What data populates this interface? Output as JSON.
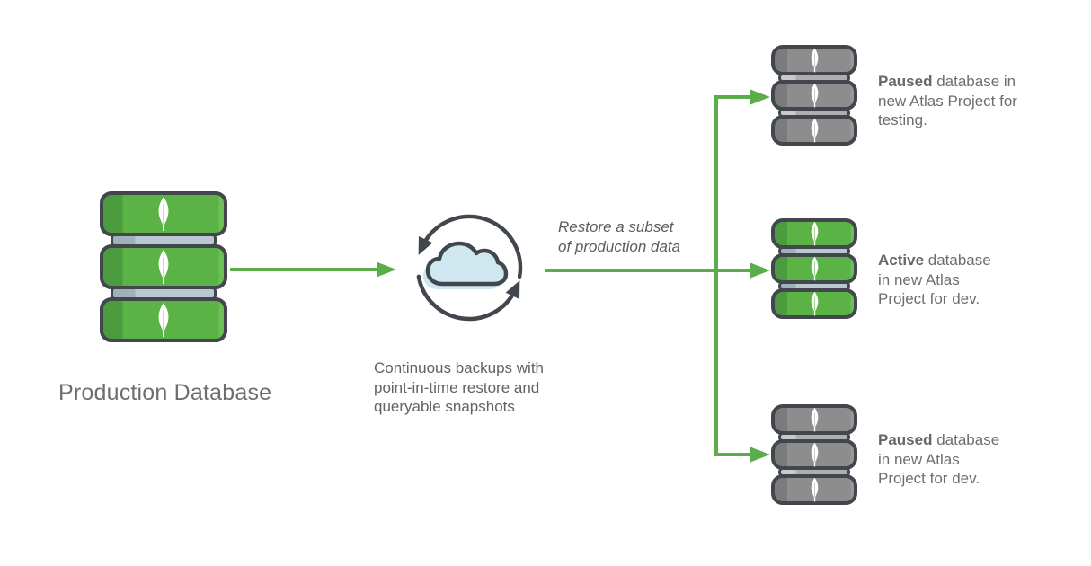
{
  "production": {
    "label": "Production Database"
  },
  "backup": {
    "caption_lines": [
      "Continuous backups with",
      "point-in-time restore and",
      "queryable snapshots"
    ]
  },
  "restore_note": {
    "lines": [
      "Restore a subset",
      "of production data"
    ]
  },
  "targets": [
    {
      "state": "paused",
      "bold": "Paused",
      "line1_rest": " database in",
      "line2": "new Atlas Project for",
      "line3": "testing."
    },
    {
      "state": "active",
      "bold": "Active",
      "line1_rest": " database",
      "line2": "in new Atlas",
      "line3": "Project for dev."
    },
    {
      "state": "paused",
      "bold": "Paused",
      "line1_rest": " database",
      "line2": "in new Atlas",
      "line3": "Project for dev."
    }
  ],
  "colors": {
    "db_green": "#5bb245",
    "db_green_dark": "#4c9c3f",
    "db_gray": "#8d8d8d",
    "db_gray_dark": "#7b7b7b",
    "outline_dark": "#41474c",
    "arrow_green": "#5bad4b",
    "cloud_blue": "#cfe8f0",
    "separator_blue_gray": "#bac9d0",
    "text_gray": "#6d6e70"
  },
  "icons": [
    "mongodb-leaf-icon",
    "database-stack-icon",
    "backup-sync-icon",
    "cloud-icon",
    "flow-arrow"
  ]
}
